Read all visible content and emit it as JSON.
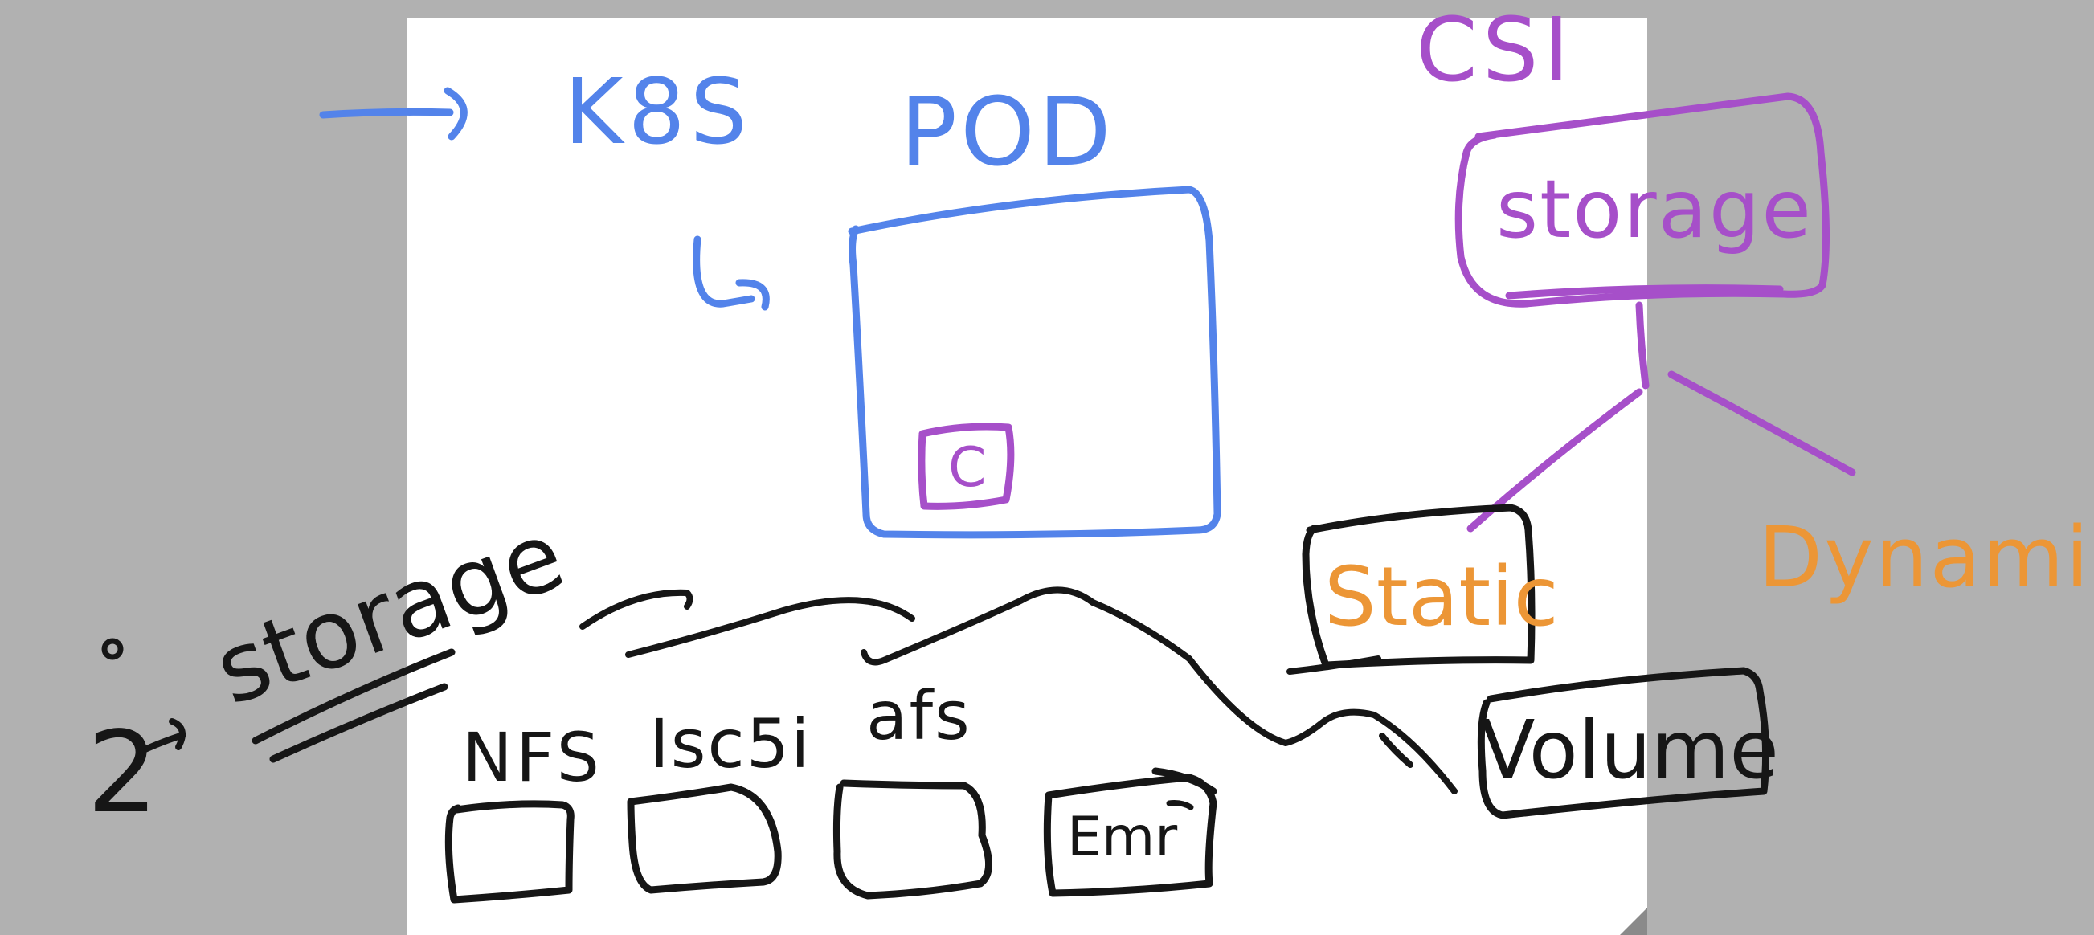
{
  "colors": {
    "background": "#b1b1b1",
    "page": "#ffffff",
    "blue": "#5383ea",
    "purple": "#a64fc9",
    "orange": "#ec9636",
    "black": "#161616"
  },
  "labels": {
    "k8s": "K8S",
    "pod": "POD",
    "csi": "CSI",
    "storage_top": "storage",
    "container": "C",
    "static": "Static",
    "dynamic": "Dynamic",
    "storage_left": "storage",
    "number_marker": "2",
    "nfs": "NFS",
    "iscsi": "Isc5i",
    "afs": "afs",
    "emr": "Emr",
    "volume": "Volume"
  }
}
